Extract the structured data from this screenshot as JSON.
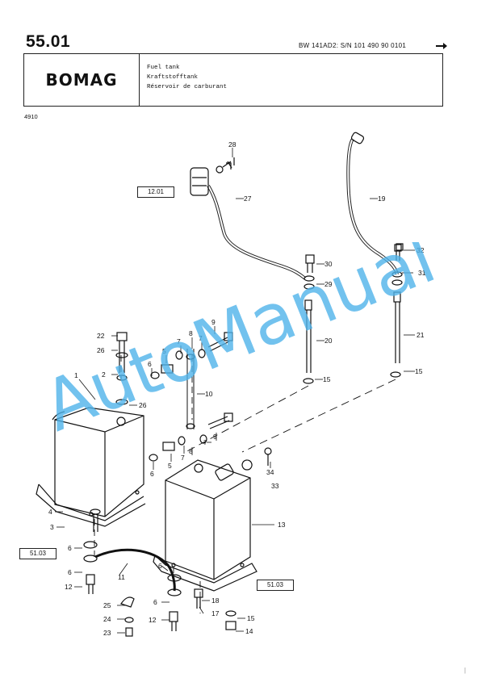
{
  "header": {
    "page_number": "55.01",
    "model_line": "BW 141AD2: S/N 101 490 90 0101",
    "logo": "BOMAG",
    "titles": [
      "Fuel tank",
      "Kraftstofftank",
      "Réservoir de carburant"
    ],
    "doc_code": "4910"
  },
  "references": {
    "ref_1201": "12.01",
    "ref_5103_left": "51.03",
    "ref_5103_right": "51.03"
  },
  "callouts": {
    "c28": "28",
    "c27": "27",
    "c19": "19",
    "c32": "32",
    "c30": "30",
    "c31": "31",
    "c29": "29",
    "c20": "20",
    "c21": "21",
    "c15a": "15",
    "c15b": "15",
    "c15c": "15",
    "c22": "22",
    "c26a": "26",
    "c2": "2",
    "c26b": "26",
    "c1": "1",
    "c6a": "6",
    "c5a": "5",
    "c7a": "7",
    "c8a": "8",
    "c7b": "7",
    "c9a": "9",
    "c10": "10",
    "c9b": "9",
    "c7c": "7",
    "c8b": "8",
    "c7d": "7",
    "c5b": "5",
    "c6b": "6",
    "c34": "34",
    "c33": "33",
    "c13": "13",
    "c4": "4",
    "c3": "3",
    "c6c": "6",
    "c6d": "6",
    "c12a": "12",
    "c11": "11",
    "c6e": "6",
    "c6f": "6",
    "c18": "18",
    "c17": "17",
    "c25": "25",
    "c24": "24",
    "c23": "23",
    "c12b": "12",
    "c14": "14"
  },
  "watermark": "AutoManual",
  "footer_mark": "|"
}
